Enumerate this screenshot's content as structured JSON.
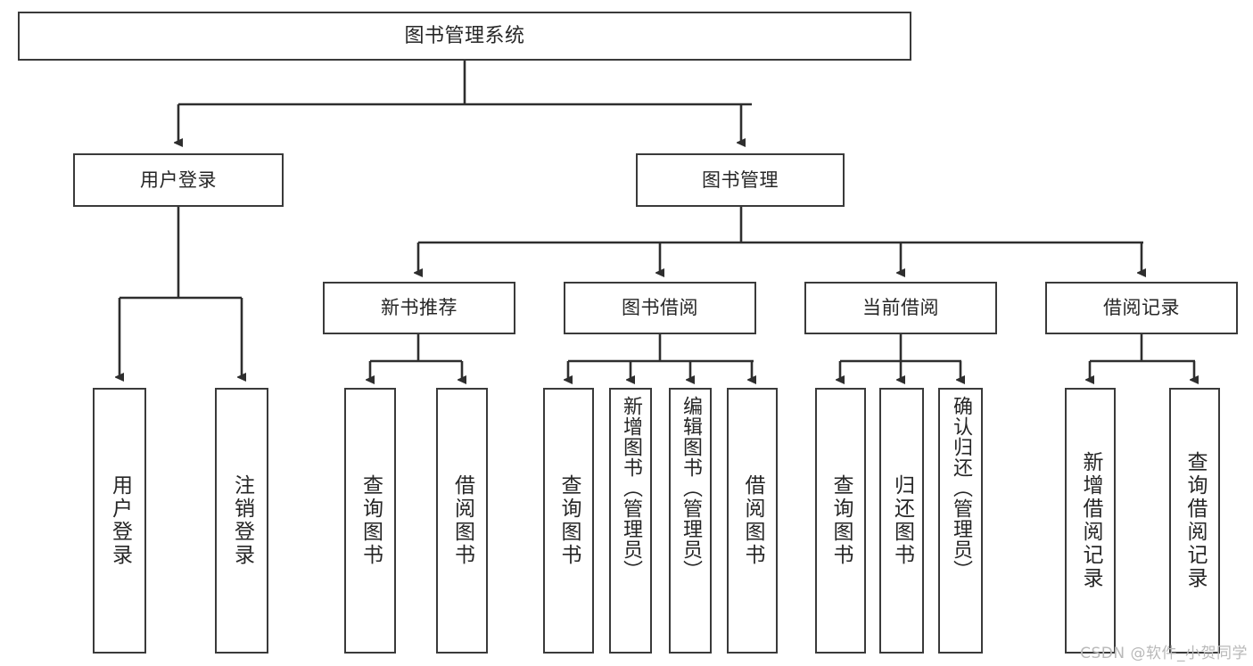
{
  "diagram": {
    "title": "图书管理系统",
    "type": "tree",
    "watermark": "CSDN @软件_小贺同学",
    "colors": {
      "stroke": "#3a3a3a",
      "text": "#262626",
      "background": "#ffffff",
      "watermark": "#b9b9b9"
    },
    "nodes": {
      "root": {
        "label": "图书管理系统"
      },
      "level1": [
        {
          "label": "用户登录"
        },
        {
          "label": "图书管理"
        }
      ],
      "level2": [
        {
          "label": "新书推荐"
        },
        {
          "label": "图书借阅"
        },
        {
          "label": "当前借阅"
        },
        {
          "label": "借阅记录"
        }
      ],
      "leaves": {
        "user_login": [
          {
            "label": "用户登录"
          },
          {
            "label": "注销登录"
          }
        ],
        "new_book": [
          {
            "label": "查询图书"
          },
          {
            "label": "借阅图书"
          }
        ],
        "book_borrow": [
          {
            "label": "查询图书"
          },
          {
            "label": "新增图书（管理员）"
          },
          {
            "label": "编辑图书（管理员）"
          },
          {
            "label": "借阅图书"
          }
        ],
        "current_borrow": [
          {
            "label": "查询图书"
          },
          {
            "label": "归还图书"
          },
          {
            "label": "确认归还（管理员）"
          }
        ],
        "borrow_record": [
          {
            "label": "新增借阅记录"
          },
          {
            "label": "查询借阅记录"
          }
        ]
      }
    }
  }
}
